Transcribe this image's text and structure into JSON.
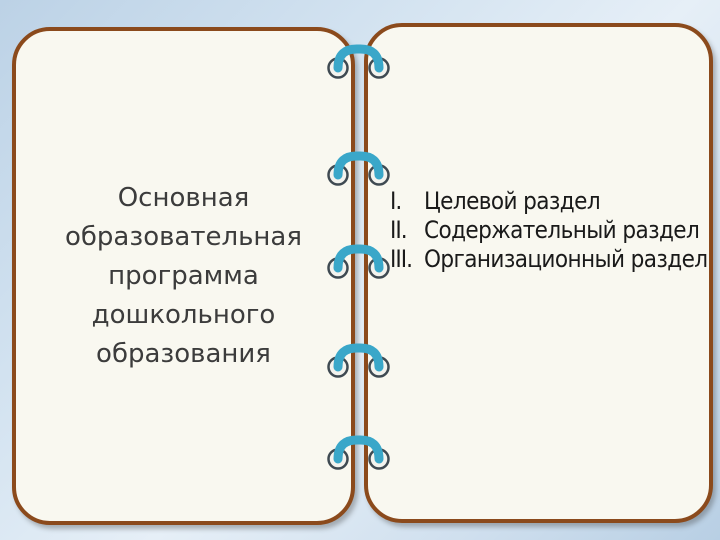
{
  "left_card": {
    "title_lines": [
      "Основная",
      "образовательная",
      "программа",
      "дошкольного",
      "образования"
    ]
  },
  "right_card": {
    "sections": [
      {
        "numeral": "I.",
        "label": "Целевой раздел"
      },
      {
        "numeral": "II.",
        "label": "Содержательный раздел"
      },
      {
        "numeral": "III.",
        "label": "Организационный раздел"
      }
    ]
  },
  "colors": {
    "frame": "#8b4a1c",
    "ring": "#3aa7c9",
    "card": "#f9f8f0"
  },
  "binding": {
    "ring_count": 5,
    "icon": "spiral-ring-icon"
  }
}
